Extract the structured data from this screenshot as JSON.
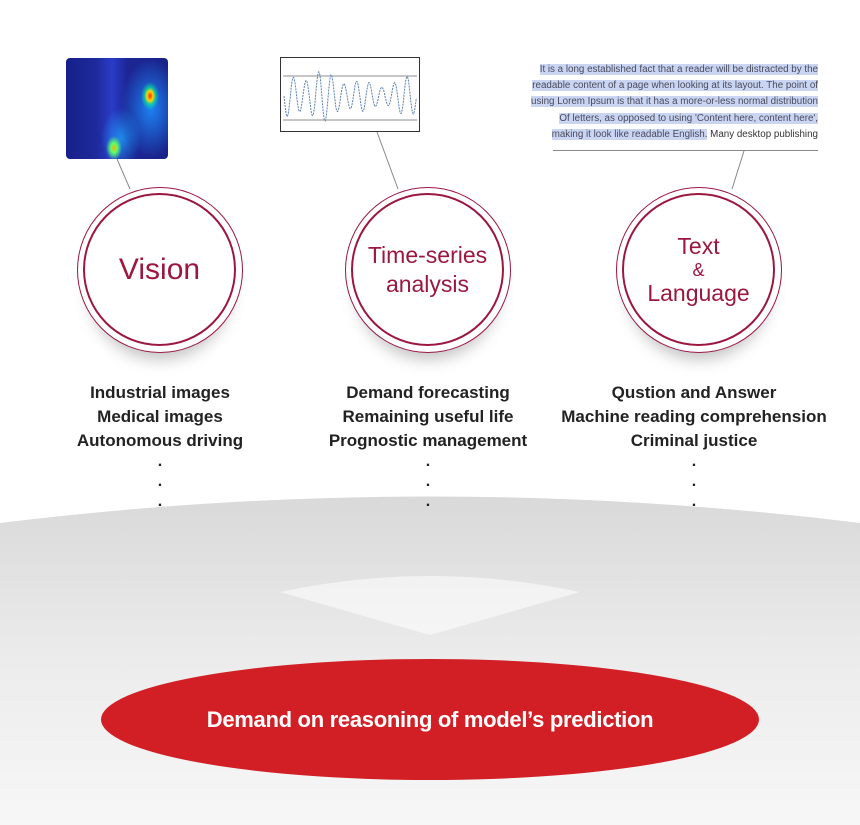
{
  "categories": [
    {
      "title_lines": [
        "Vision"
      ],
      "items": [
        "Industrial images",
        "Medical images",
        "Autonomous driving"
      ],
      "dots": [
        ".",
        ".",
        "."
      ]
    },
    {
      "title_lines": [
        "Time-series",
        "analysis"
      ],
      "items": [
        "Demand forecasting",
        "Remaining useful life",
        "Prognostic management"
      ],
      "dots": [
        ".",
        ".",
        "."
      ]
    },
    {
      "title_lines": [
        "Text",
        "&",
        "Language"
      ],
      "items": [
        "Qustion and Answer",
        "Machine reading comprehension",
        "Criminal justice"
      ],
      "dots": [
        ".",
        ".",
        "."
      ]
    }
  ],
  "text_sample": {
    "highlighted_lines": [
      "It is a long established fact that a reader will be distracted by the",
      "readable content of a page when looking at its layout. The point of",
      "using Lorem Ipsum is that it has a more-or-less normal distribution",
      "Of letters, as opposed to using 'Content here, content here',",
      "making it look like readable English."
    ],
    "trailing_text": " Many desktop publishing"
  },
  "conclusion": "Demand on reasoning of model’s prediction",
  "colors": {
    "accent": "#9c1740",
    "ellipse": "#d21f26",
    "funnel": "#e2e2e2"
  }
}
